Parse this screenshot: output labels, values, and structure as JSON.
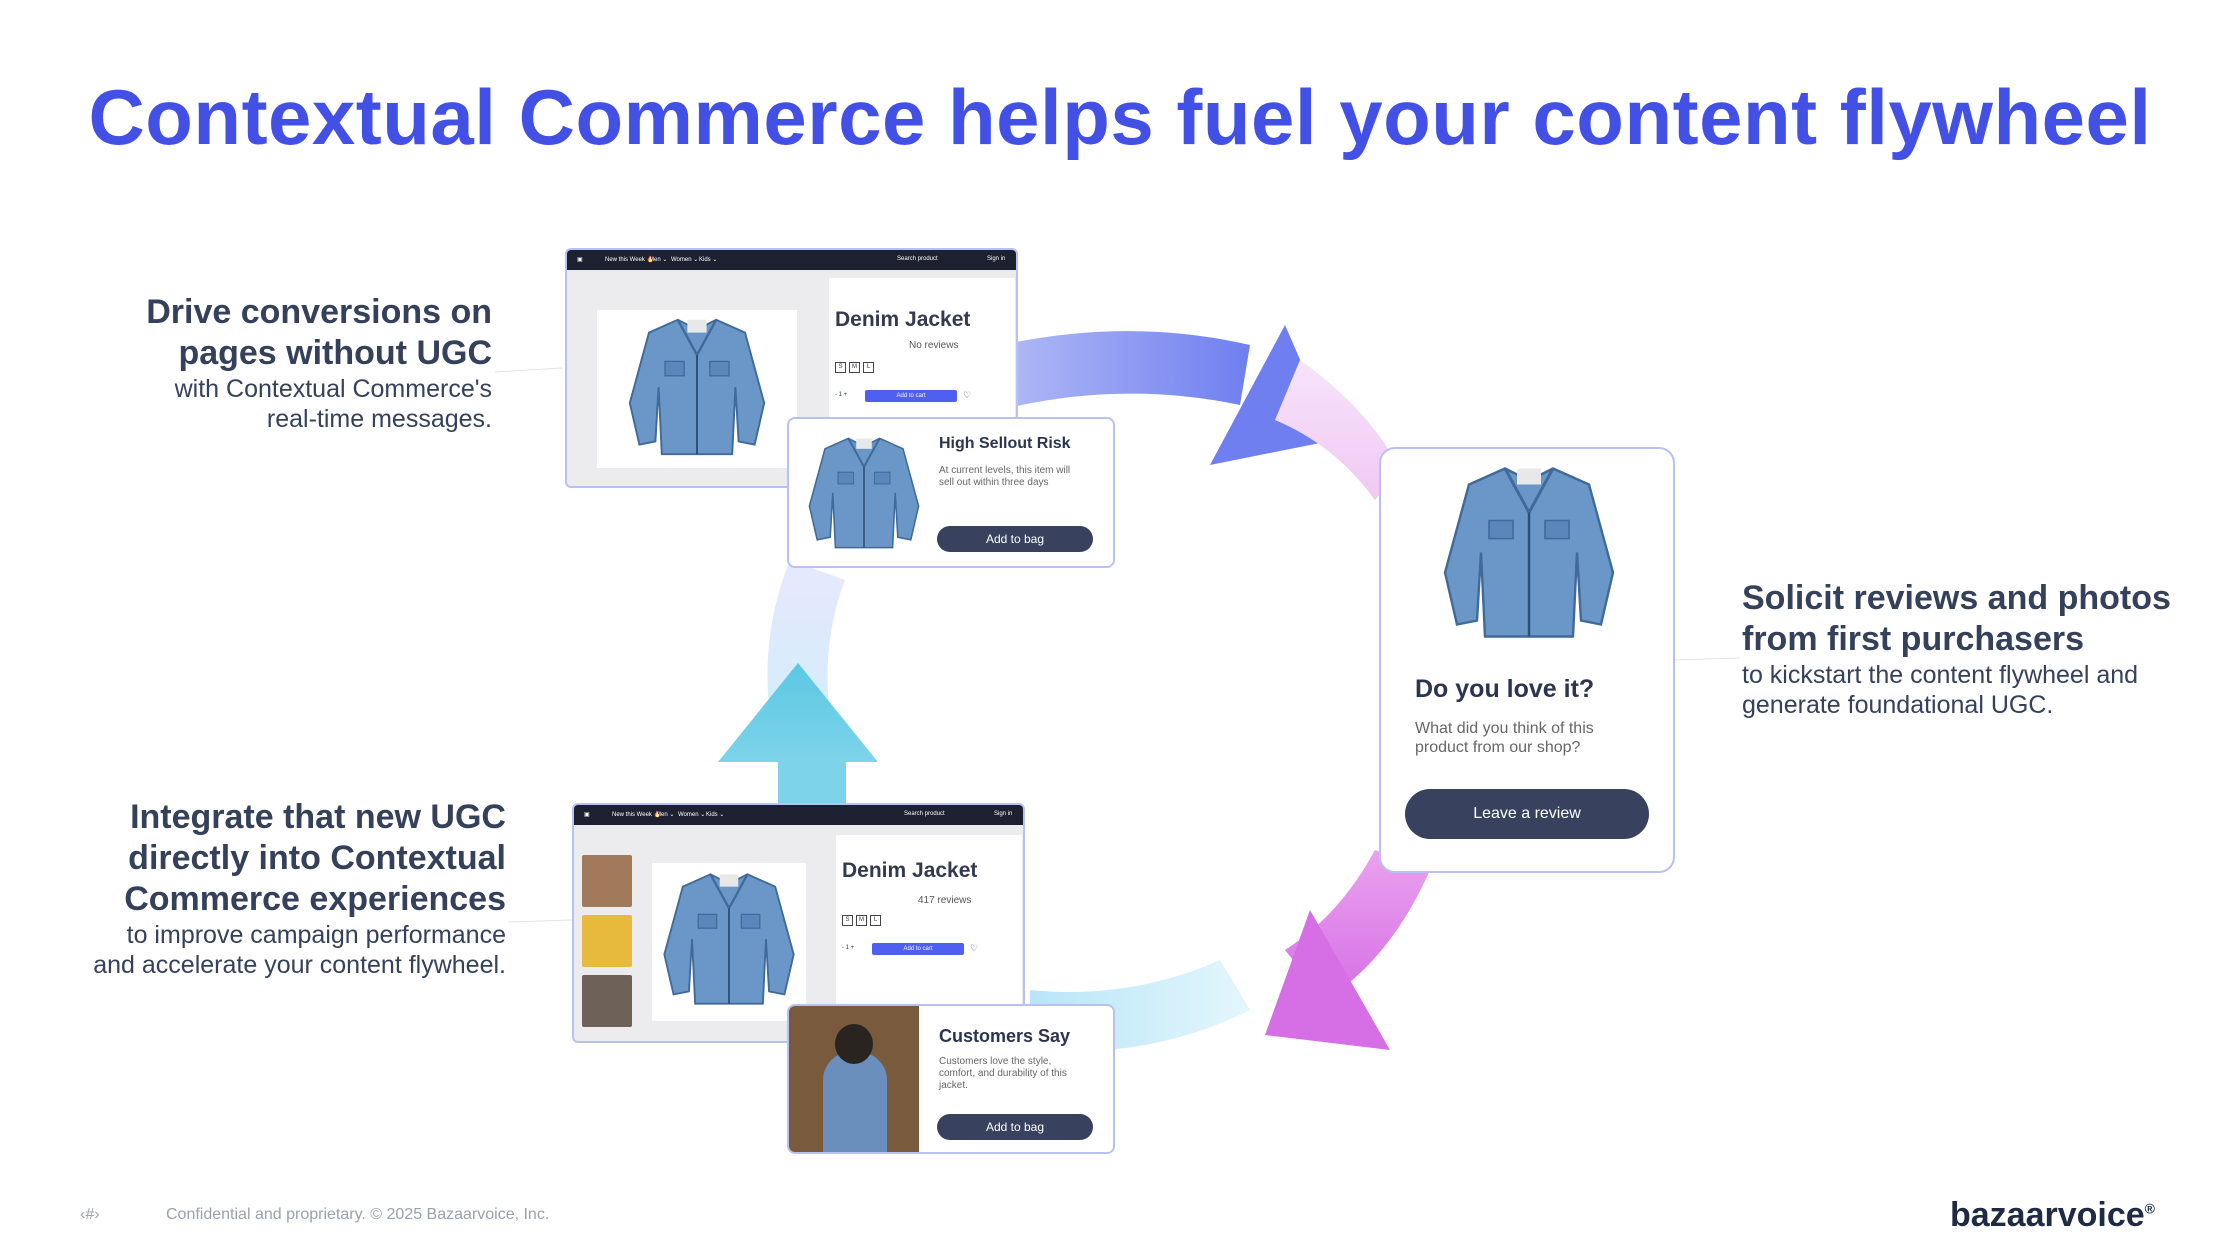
{
  "title": "Contextual Commerce helps fuel your content flywheel",
  "captions": {
    "top_left": {
      "heading_1": "Drive conversions on",
      "heading_2": "pages without UGC",
      "body_1": "with Contextual Commerce's",
      "body_2": "real-time messages."
    },
    "right": {
      "heading_1": "Solicit reviews and photos",
      "heading_2": "from first purchasers",
      "body_1": "to kickstart the content flywheel and",
      "body_2": "generate foundational UGC."
    },
    "bottom_left": {
      "heading_1": "Integrate that new UGC",
      "heading_2": "directly into Contextual",
      "heading_3": "Commerce experiences",
      "body_1": "to improve campaign performance",
      "body_2": "and accelerate your content flywheel."
    }
  },
  "browser_nav": {
    "new_this_week": "New this Week 🔥",
    "men": "Men ⌄",
    "women": "Women ⌄",
    "kids": "Kids ⌄",
    "search": "Search product",
    "signin": "Sign in"
  },
  "product_top": {
    "name": "Denim Jacket",
    "reviews": "No reviews",
    "add_to_cart": "Add to cart",
    "qty": "-  1  +",
    "sizes": [
      "S",
      "M",
      "L"
    ]
  },
  "product_bottom": {
    "name": "Denim Jacket",
    "reviews": "417 reviews",
    "add_to_cart": "Add to cart",
    "qty": "-  1  +",
    "sizes": [
      "S",
      "M",
      "L"
    ]
  },
  "sellout_card": {
    "title": "High Sellout Risk",
    "body": "At current levels, this item will sell out within three days",
    "button": "Add to bag"
  },
  "review_card": {
    "title": "Do you love it?",
    "body": "What did you think of this product from our shop?",
    "button": "Leave a review"
  },
  "customers_card": {
    "title": "Customers Say",
    "body": "Customers love the style, comfort, and durability of this jacket.",
    "button": "Add to bag"
  },
  "footer": {
    "page": "‹#›",
    "legal": "Confidential and proprietary. © 2025 Bazaarvoice, Inc.",
    "logo": "bazaarvoice",
    "logo_mark": "®"
  },
  "colors": {
    "title": "#4350e6",
    "button_dark": "#38425e",
    "accent_blue": "#4f5ff0",
    "card_border": "#b9c1f3"
  }
}
